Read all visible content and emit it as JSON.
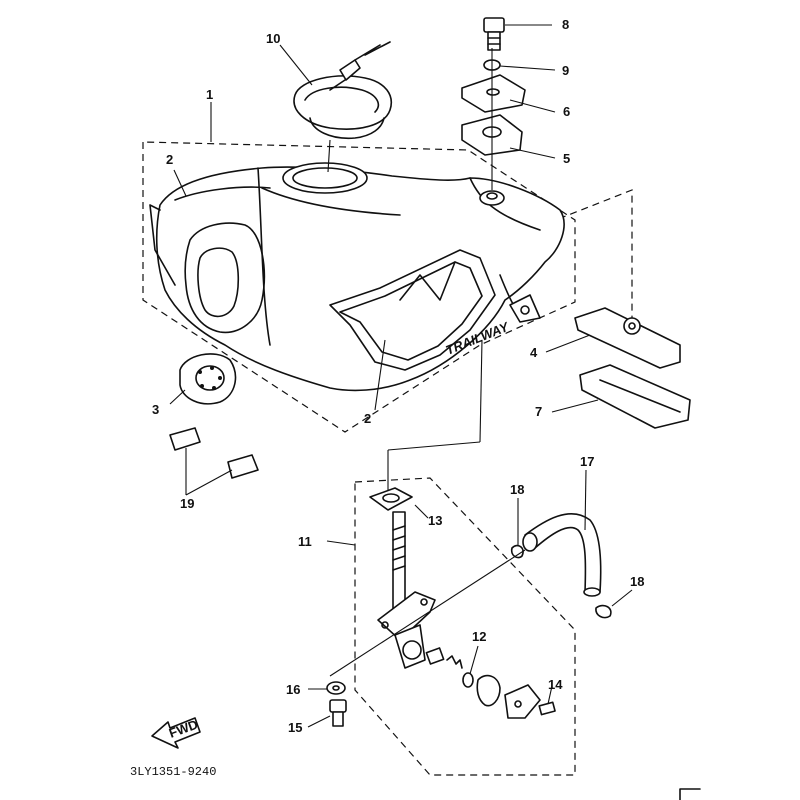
{
  "diagram": {
    "callouts": [
      "1",
      "2",
      "2",
      "3",
      "4",
      "5",
      "6",
      "7",
      "8",
      "9",
      "10",
      "11",
      "12",
      "13",
      "14",
      "15",
      "16",
      "17",
      "18",
      "18",
      "19"
    ],
    "tank_decal_text": "TRAILWAY",
    "arrow_label": "FWD",
    "part_code": "3LY1351-9240"
  }
}
